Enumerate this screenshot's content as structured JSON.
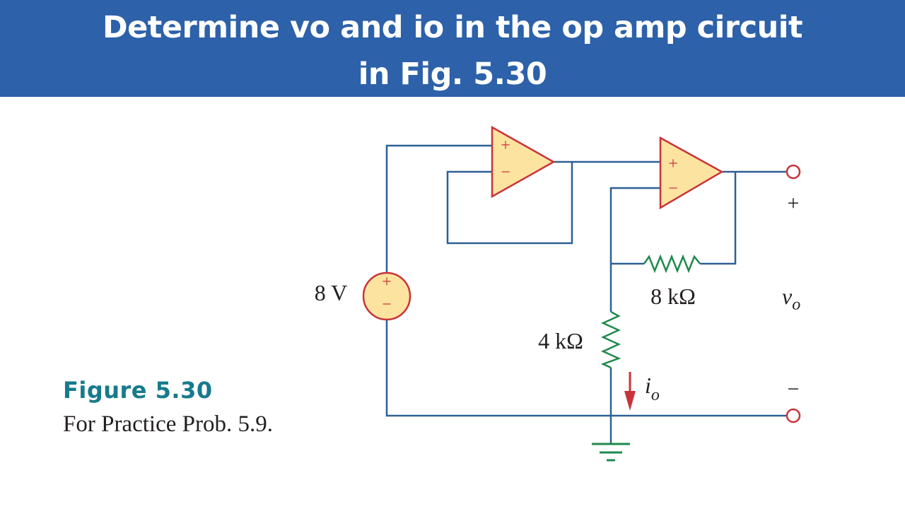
{
  "banner": {
    "line1": "Determine vo and io in the op amp circuit",
    "line2": "in Fig. 5.30"
  },
  "figure": {
    "title": "Figure 5.30",
    "caption": "For Practice Prob. 5.9."
  },
  "circuit": {
    "source_label": "8 V",
    "source_plus": "+",
    "source_minus": "−",
    "opamp1": {
      "plus": "+",
      "minus": "−"
    },
    "opamp2": {
      "plus": "+",
      "minus": "−"
    },
    "r_feedback_label": "8 kΩ",
    "r_ground_label": "4 kΩ",
    "current_label_main": "i",
    "current_label_sub": "o",
    "output_label_main": "v",
    "output_label_sub": "o",
    "output_plus": "+",
    "output_minus": "−",
    "colors": {
      "wire": "#2d6096",
      "opamp_fill": "#fde3a0",
      "opamp_stroke": "#c8343a",
      "resistor": "#1f8a4c",
      "arrow": "#c8343a",
      "terminal": "#c8343a"
    }
  }
}
